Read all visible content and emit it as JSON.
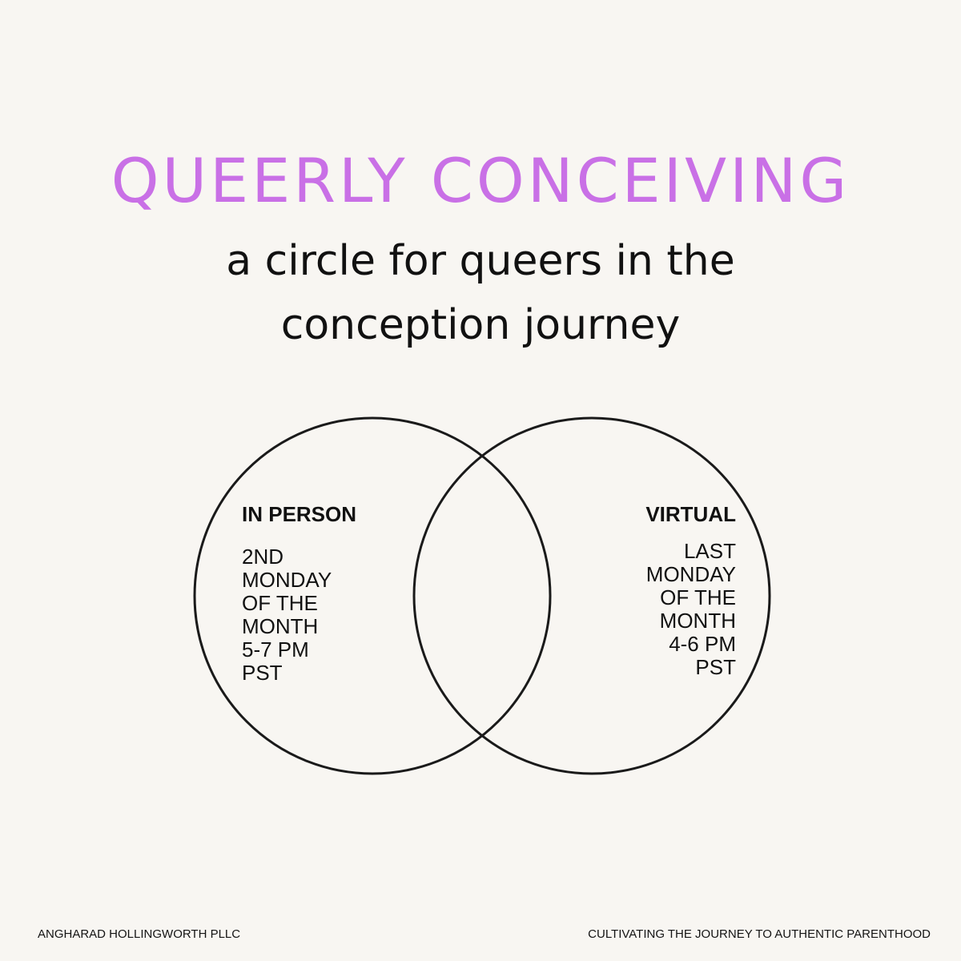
{
  "colors": {
    "background": "#f8f6f2",
    "title": "#c970e6",
    "text": "#111111",
    "circle_stroke": "#1a1a1a"
  },
  "header": {
    "title": "QUEERLY CONCEIVING",
    "subtitle_lines": [
      "a circle for queers in the",
      "conception journey"
    ]
  },
  "venn": {
    "left": {
      "heading": "IN PERSON",
      "lines": [
        "2ND",
        "MONDAY",
        "OF THE",
        "MONTH",
        "5-7 PM",
        "PST"
      ]
    },
    "right": {
      "heading": "VIRTUAL",
      "lines": [
        "LAST",
        "MONDAY",
        "OF THE",
        "MONTH",
        "4-6 PM",
        "PST"
      ]
    }
  },
  "footer": {
    "left": "ANGHARAD HOLLINGWORTH PLLC",
    "right": "CULTIVATING THE JOURNEY TO AUTHENTIC PARENTHOOD"
  }
}
